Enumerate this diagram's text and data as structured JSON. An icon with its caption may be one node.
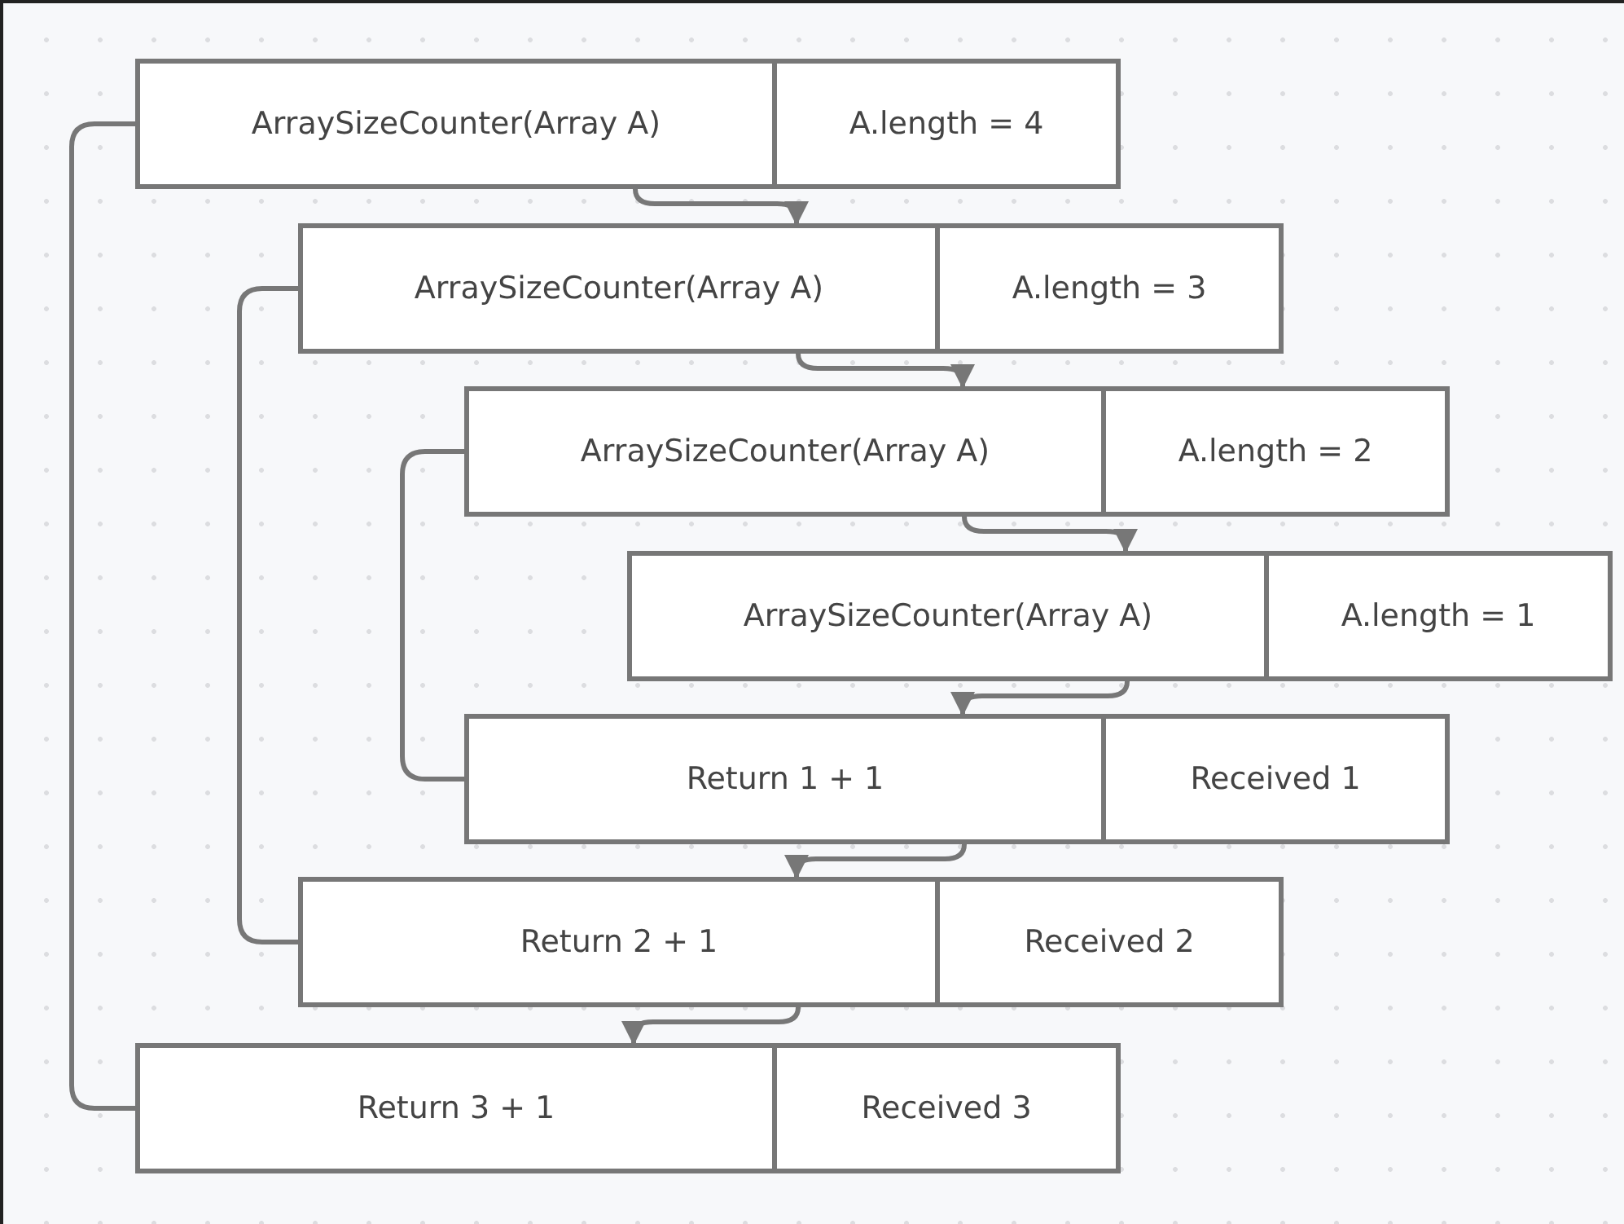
{
  "diagram": {
    "nodes": [
      {
        "text": [
          "ArraySizeCounter(Array A)"
        ]
      },
      {
        "text": [
          "A.length = 4"
        ]
      },
      {
        "text": [
          "ArraySizeCounter(Array A)"
        ]
      },
      {
        "text": [
          "A.length = 3"
        ]
      },
      {
        "text": [
          "ArraySizeCounter(Array A)"
        ]
      },
      {
        "text": [
          "A.length = 2"
        ]
      },
      {
        "text": [
          "ArraySizeCounter(Array A)"
        ]
      },
      {
        "text": [
          "A.length = 1"
        ]
      },
      {
        "text": [
          "Return 1 + 1"
        ]
      },
      {
        "text": [
          "Received 1"
        ]
      },
      {
        "text": [
          "Return 2 + 1"
        ]
      },
      {
        "text": [
          "Received 2"
        ]
      },
      {
        "text": [
          "Return 3 + 1"
        ]
      },
      {
        "text": [
          "Received 3"
        ]
      }
    ],
    "edges": [
      {
        "from": 0,
        "to": 2,
        "arrow": "to"
      },
      {
        "from": 2,
        "to": 4,
        "arrow": "to"
      },
      {
        "from": 4,
        "to": 6,
        "arrow": "to"
      },
      {
        "from": 6,
        "to": 8,
        "arrow": "to"
      },
      {
        "from": 8,
        "to": 10,
        "arrow": "to"
      },
      {
        "from": 10,
        "to": 12,
        "arrow": "to"
      },
      {
        "from": 0,
        "to": 12,
        "arrow": "none"
      },
      {
        "from": 2,
        "to": 10,
        "arrow": "none"
      },
      {
        "from": 4,
        "to": 8,
        "arrow": "none"
      }
    ]
  }
}
